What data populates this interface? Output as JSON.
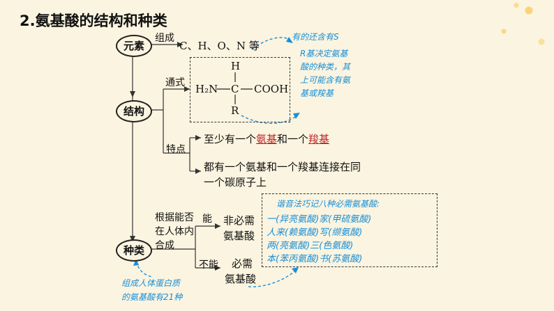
{
  "title": "2.氨基酸的结构和种类",
  "nodes": {
    "elements": "元素",
    "structure": "结构",
    "types": "种类"
  },
  "elements_branch": {
    "label": "组成",
    "content": "C、H、O、N 等",
    "note": "有的还含有S"
  },
  "structure_branch": {
    "general_label": "通式",
    "formula": {
      "h": "H",
      "left": "H₂N",
      "c": "C",
      "right": "COOH",
      "r": "R"
    },
    "r_note": "R基决定氨基酸的种类，其上可能含有氨基或羧基",
    "feature_label": "特点",
    "feature_1_a": "至少有一个",
    "feature_1_b": "氨基",
    "feature_1_c": "和一个",
    "feature_1_d": "羧基",
    "feature_2_line1": "都有一个氨基和一个羧基连接在同",
    "feature_2_line2": "一个碳原子上"
  },
  "types_branch": {
    "basis_line1": "根据能否",
    "basis_line2": "在人体内",
    "basis_line3": "合成",
    "can": "能",
    "cannot": "不能",
    "nonessential_1": "非必需",
    "nonessential_2": "氨基酸",
    "essential_1": "必需",
    "essential_2": "氨基酸",
    "count_note_1": "组成人体蛋白质",
    "count_note_2": "的氨基酸有21种",
    "mnemonic_title": "谐音法巧记八种必需氨基酸:",
    "mnemonic_lines": [
      "一(异亮氨酸)家(甲硫氨酸)",
      "人来(赖氨酸)写(缬氨酸)",
      "两(亮氨酸)三(色氨酸)",
      "本(苯丙氨酸)书(苏氨酸)"
    ]
  }
}
